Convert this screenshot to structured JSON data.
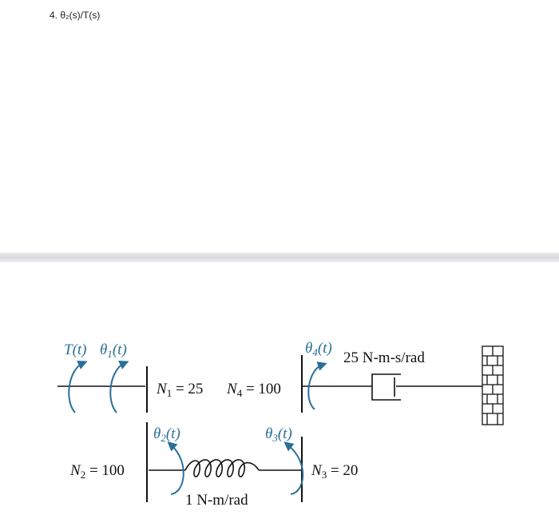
{
  "question": {
    "text": "4. θ₂(s)/T(s)"
  },
  "diagram": {
    "torque": {
      "sym": "T",
      "arg": "(t)"
    },
    "theta1": {
      "sym": "θ",
      "idx": "1",
      "arg": "(t)"
    },
    "theta2": {
      "sym": "θ",
      "idx": "2",
      "arg": "(t)"
    },
    "theta3": {
      "sym": "θ",
      "idx": "3",
      "arg": "(t)"
    },
    "theta4": {
      "sym": "θ",
      "idx": "4",
      "arg": "(t)"
    },
    "N1": {
      "sym": "N",
      "idx": "1",
      "val": " = 25"
    },
    "N2": {
      "sym": "N",
      "idx": "2",
      "val": " = 100"
    },
    "N3": {
      "sym": "N",
      "idx": "3",
      "val": " = 20"
    },
    "N4": {
      "sym": "N",
      "idx": "4",
      "val": " = 100"
    },
    "damper_label": "25 N-m-s/rad",
    "spring_label": "1 N-m/rad",
    "colors": {
      "arrow": "#2a6f97",
      "line": "#111111"
    }
  }
}
